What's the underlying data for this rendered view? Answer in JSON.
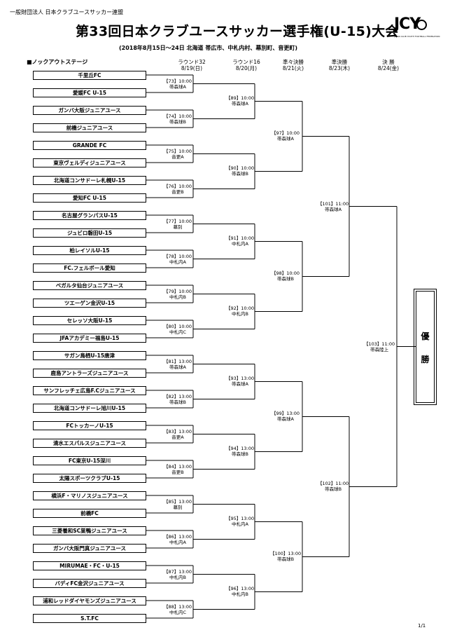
{
  "header": {
    "organization": "一般財団法人 日本クラブユースサッカー連盟",
    "title": "第33回日本クラブユースサッカー選手権(U-15)大会",
    "dates_location": "(2018年8月15日～24日 北海道 帯広市、中札内村、幕別町、音更町)",
    "logo_text": "JCY",
    "logo_subtext": "JAPAN CLUB YOUTH FOOTBALL FEDERATION"
  },
  "section_title": "■ノックアウトステージ",
  "rounds": [
    {
      "name": "ラウンド32",
      "date": "8/19(日)"
    },
    {
      "name": "ラウンド16",
      "date": "8/20(月)"
    },
    {
      "name": "準々決勝",
      "date": "8/21(火)"
    },
    {
      "name": "準決勝",
      "date": "8/23(木)"
    },
    {
      "name": "決 勝",
      "date": "8/24(金)"
    }
  ],
  "teams": [
    "千里丘FC",
    "愛媛FC U-15",
    "ガンバ大阪ジュニアユース",
    "前橋ジュニアユース",
    "GRANDE FC",
    "東京ヴェルディジュニアユース",
    "北海道コンサドーレ札幌U-15",
    "愛知FC U-15",
    "名古屋グランパスU-15",
    "ジュビロ磐田U-15",
    "柏レイソルU-15",
    "FC.フェルボール愛知",
    "ベガルタ仙台ジュニアユース",
    "ツエーゲン金沢U-15",
    "セレッソ大阪U-15",
    "JFAアカデミー福島U-15",
    "サガン鳥栖U-15唐津",
    "鹿島アントラーズジュニアユース",
    "サンフレッチェ広島F.Cジュニアユース",
    "北海道コンサドーレ旭川U-15",
    "FCトッカーノU-15",
    "清水エスパルスジュニアユース",
    "FC東京U-15深川",
    "太陽スポーツクラブU-15",
    "横浜F・マリノスジュニアユース",
    "前橋FC",
    "三菱養和SC巣鴨ジュニアユース",
    "ガンバ大阪門真ジュニアユース",
    "MIRUMAE・FC・U-15",
    "バディFC金沢ジュニアユース",
    "浦和レッドダイヤモンズジュニアユース",
    "S.T.FC"
  ],
  "matches_r32": [
    {
      "no": "【73】10:00",
      "venue": "帯森球A"
    },
    {
      "no": "【74】10:00",
      "venue": "帯森球B"
    },
    {
      "no": "【75】10:00",
      "venue": "音更A"
    },
    {
      "no": "【76】10:00",
      "venue": "音更B"
    },
    {
      "no": "【77】10:00",
      "venue": "幕別"
    },
    {
      "no": "【78】10:00",
      "venue": "中札内A"
    },
    {
      "no": "【79】10:00",
      "venue": "中札内B"
    },
    {
      "no": "【80】10:00",
      "venue": "中札内C"
    },
    {
      "no": "【81】13:00",
      "venue": "帯森球A"
    },
    {
      "no": "【82】13:00",
      "venue": "帯森球B"
    },
    {
      "no": "【83】13:00",
      "venue": "音更A"
    },
    {
      "no": "【84】13:00",
      "venue": "音更B"
    },
    {
      "no": "【85】13:00",
      "venue": "幕別"
    },
    {
      "no": "【86】13:00",
      "venue": "中札内A"
    },
    {
      "no": "【87】13:00",
      "venue": "中札内B"
    },
    {
      "no": "【88】13:00",
      "venue": "中札内C"
    }
  ],
  "matches_r16": [
    {
      "no": "【89】10:00",
      "venue": "帯森球A"
    },
    {
      "no": "【90】10:00",
      "venue": "帯森球B"
    },
    {
      "no": "【91】10:00",
      "venue": "中札内A"
    },
    {
      "no": "【92】10:00",
      "venue": "中札内B"
    },
    {
      "no": "【93】13:00",
      "venue": "帯森球A"
    },
    {
      "no": "【94】13:00",
      "venue": "帯森球B"
    },
    {
      "no": "【95】13:00",
      "venue": "中札内A"
    },
    {
      "no": "【96】13:00",
      "venue": "中札内B"
    }
  ],
  "matches_qf": [
    {
      "no": "【97】10:00",
      "venue": "帯森球A"
    },
    {
      "no": "【98】10:00",
      "venue": "帯森球B"
    },
    {
      "no": "【99】13:00",
      "venue": "帯森球A"
    },
    {
      "no": "【100】13:00",
      "venue": "帯森球B"
    }
  ],
  "matches_sf": [
    {
      "no": "【101】11:00",
      "venue": "帯森球A"
    },
    {
      "no": "【102】11:00",
      "venue": "帯森球B"
    }
  ],
  "match_final": {
    "no": "【103】11:00",
    "venue": "帯森陸上"
  },
  "champion_label_1": "優",
  "champion_label_2": "勝",
  "page_number": "1/1"
}
